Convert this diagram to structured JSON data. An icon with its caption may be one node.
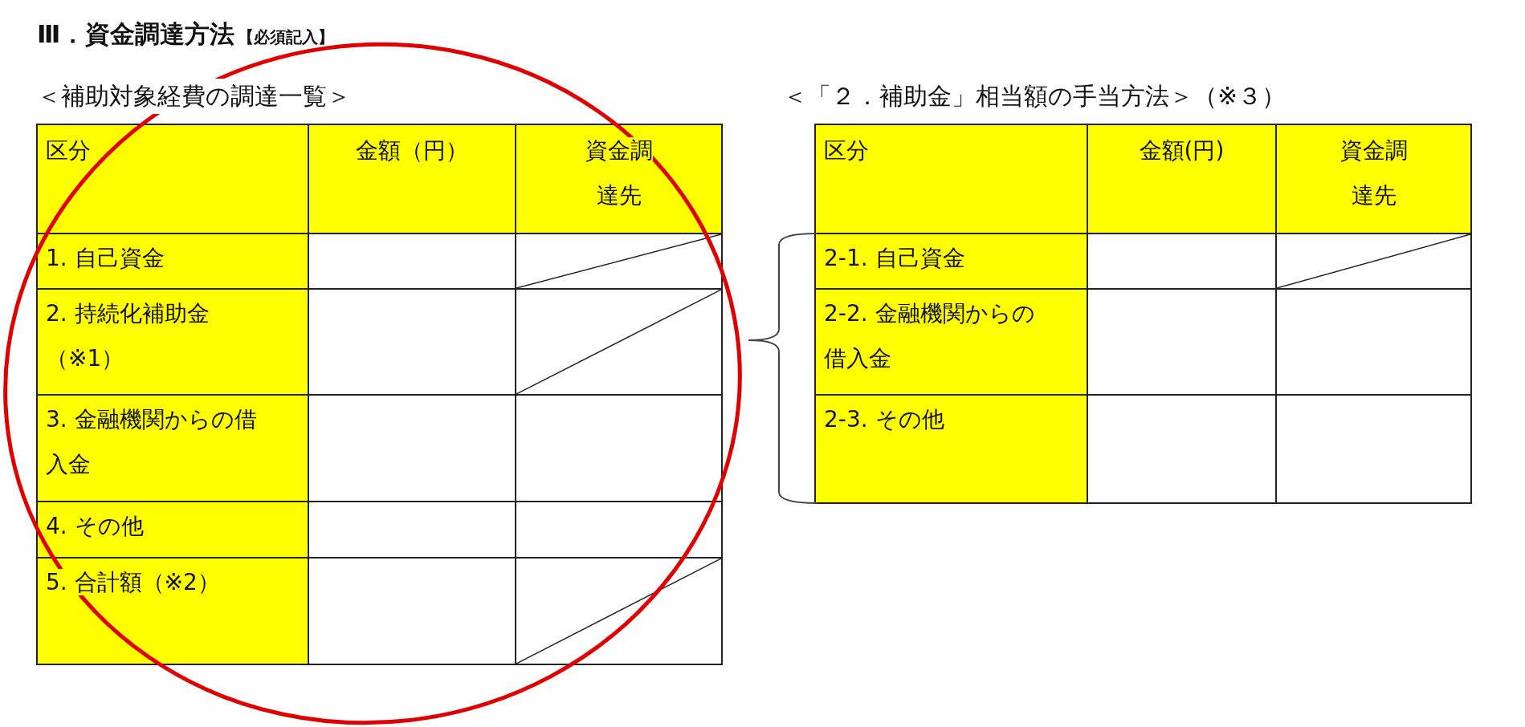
{
  "diagram": {
    "title": "Ⅲ．資金調達方法",
    "labels": [
      "【必須記入】",
      "＜補助対象経費の調達一覧＞",
      "＜「２．補助金」相当額の手当方法＞（※３）",
      "区分",
      "金額（円）",
      "資金調達先",
      "1. 自己資金",
      "2. 持続化補助金（※1）",
      "3. 金融機関からの借入金",
      "4. その他",
      "5. 合計額（※2）",
      "区分",
      "金額(円)",
      "資金調達先",
      "2-1. 自己資金",
      "2-2. 金融機関からの借入金",
      "2-3. その他"
    ]
  }
}
